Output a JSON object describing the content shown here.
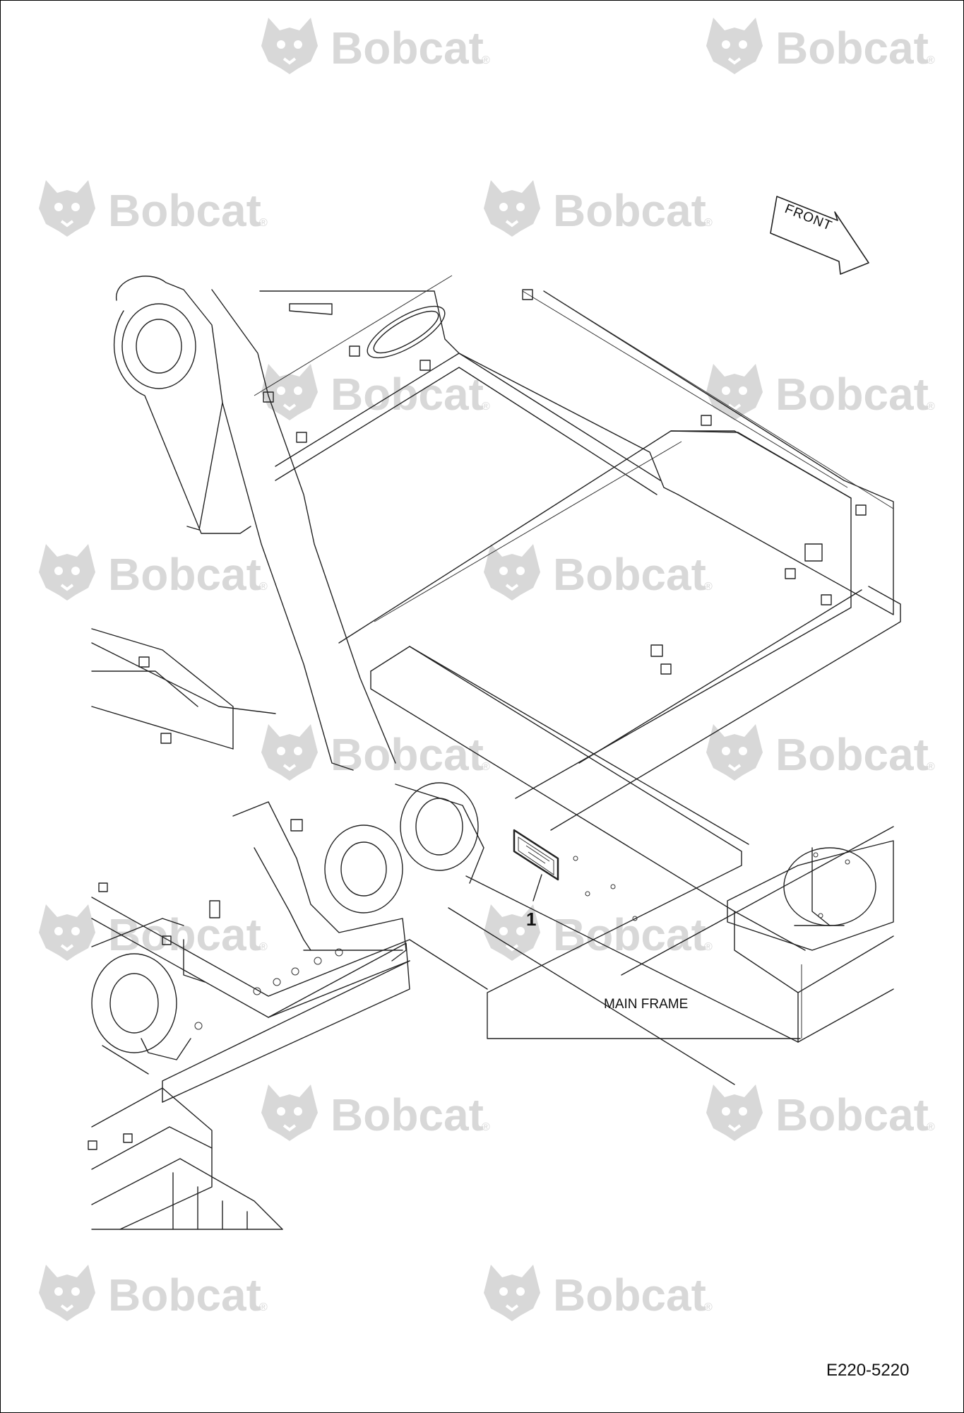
{
  "watermark": {
    "brand": "Bobcat",
    "reg_mark": "®",
    "icon": "bobcat-head-icon"
  },
  "labels": {
    "front_arrow": "FRONT",
    "callout_1": "1",
    "component_name": "MAIN FRAME",
    "figure_code": "E220-5220"
  },
  "colors": {
    "line": "#222222",
    "watermark": "#d8d8d8",
    "background": "#ffffff"
  }
}
